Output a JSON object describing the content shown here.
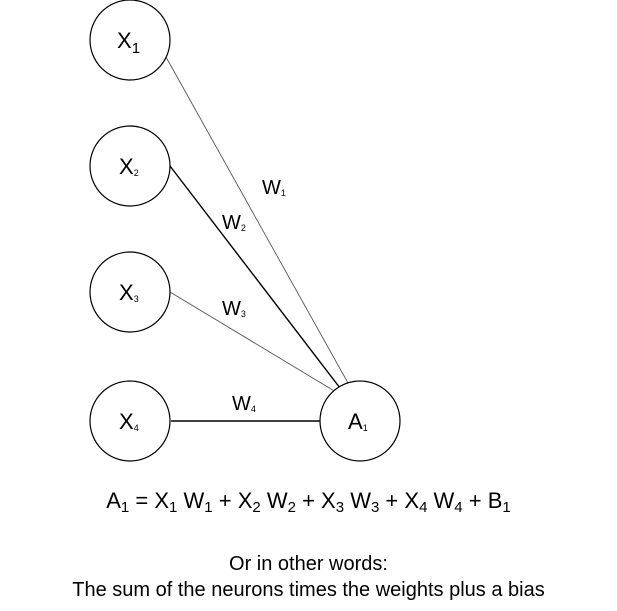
{
  "nodes": {
    "x1": {
      "base": "X",
      "sub": "1"
    },
    "x2": {
      "base": "X",
      "sub": "2"
    },
    "x3": {
      "base": "X",
      "sub": "3"
    },
    "x4": {
      "base": "X",
      "sub": "4"
    },
    "a1": {
      "base": "A",
      "sub": "1"
    }
  },
  "weights": {
    "w1": {
      "base": "W",
      "sub": "1"
    },
    "w2": {
      "base": "W",
      "sub": "2"
    },
    "w3": {
      "base": "W",
      "sub": "3"
    },
    "w4": {
      "base": "W",
      "sub": "4"
    }
  },
  "equation": {
    "lhs": {
      "base": "A",
      "sub": "1"
    },
    "eq": " = ",
    "plus": " + ",
    "terms": [
      {
        "x": "X",
        "x_sub": "1",
        "w": "W",
        "w_sub": "1"
      },
      {
        "x": "X",
        "x_sub": "2",
        "w": "W",
        "w_sub": "2"
      },
      {
        "x": "X",
        "x_sub": "3",
        "w": "W",
        "w_sub": "3"
      },
      {
        "x": "X",
        "x_sub": "4",
        "w": "W",
        "w_sub": "4"
      }
    ],
    "bias": {
      "base": "B",
      "sub": "1"
    }
  },
  "caption": {
    "line1": "Or in other words:",
    "line2": "The sum of the neurons times the weights plus a bias"
  }
}
